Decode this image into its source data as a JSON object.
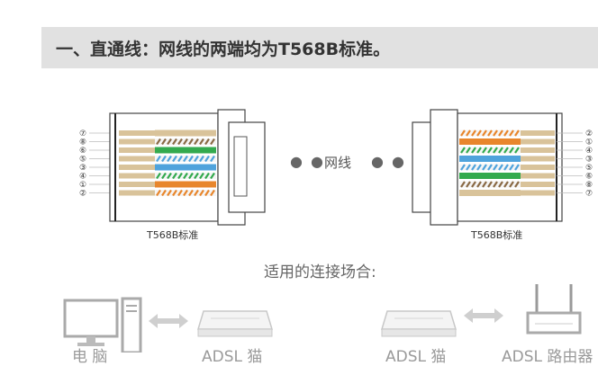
{
  "heading": "一、直通线：网线的两端均为T568B标准。",
  "left_connector": {
    "standard_label": "T568B标准",
    "pin_numbers": [
      "⑦",
      "⑧",
      "⑥",
      "⑤",
      "③",
      "④",
      "①",
      "②"
    ]
  },
  "right_connector": {
    "standard_label": "T568B标准",
    "pin_numbers": [
      "②",
      "①",
      "④",
      "③",
      "⑤",
      "⑥",
      "⑧",
      "⑦"
    ]
  },
  "cable_label": "网线",
  "usage_title": "适用的连接场合:",
  "device_labels": {
    "computer": "电 脑",
    "modem_left": "ADSL 猫",
    "modem_right": "ADSL 猫",
    "router": "ADSL 路由器"
  },
  "colors": {
    "orange": "#e8862c",
    "green": "#33aa4e",
    "blue": "#4fa3dc",
    "brown": "#8a6a45",
    "tan": "#d9c39a",
    "banner_bg": "#e1e1e1"
  }
}
